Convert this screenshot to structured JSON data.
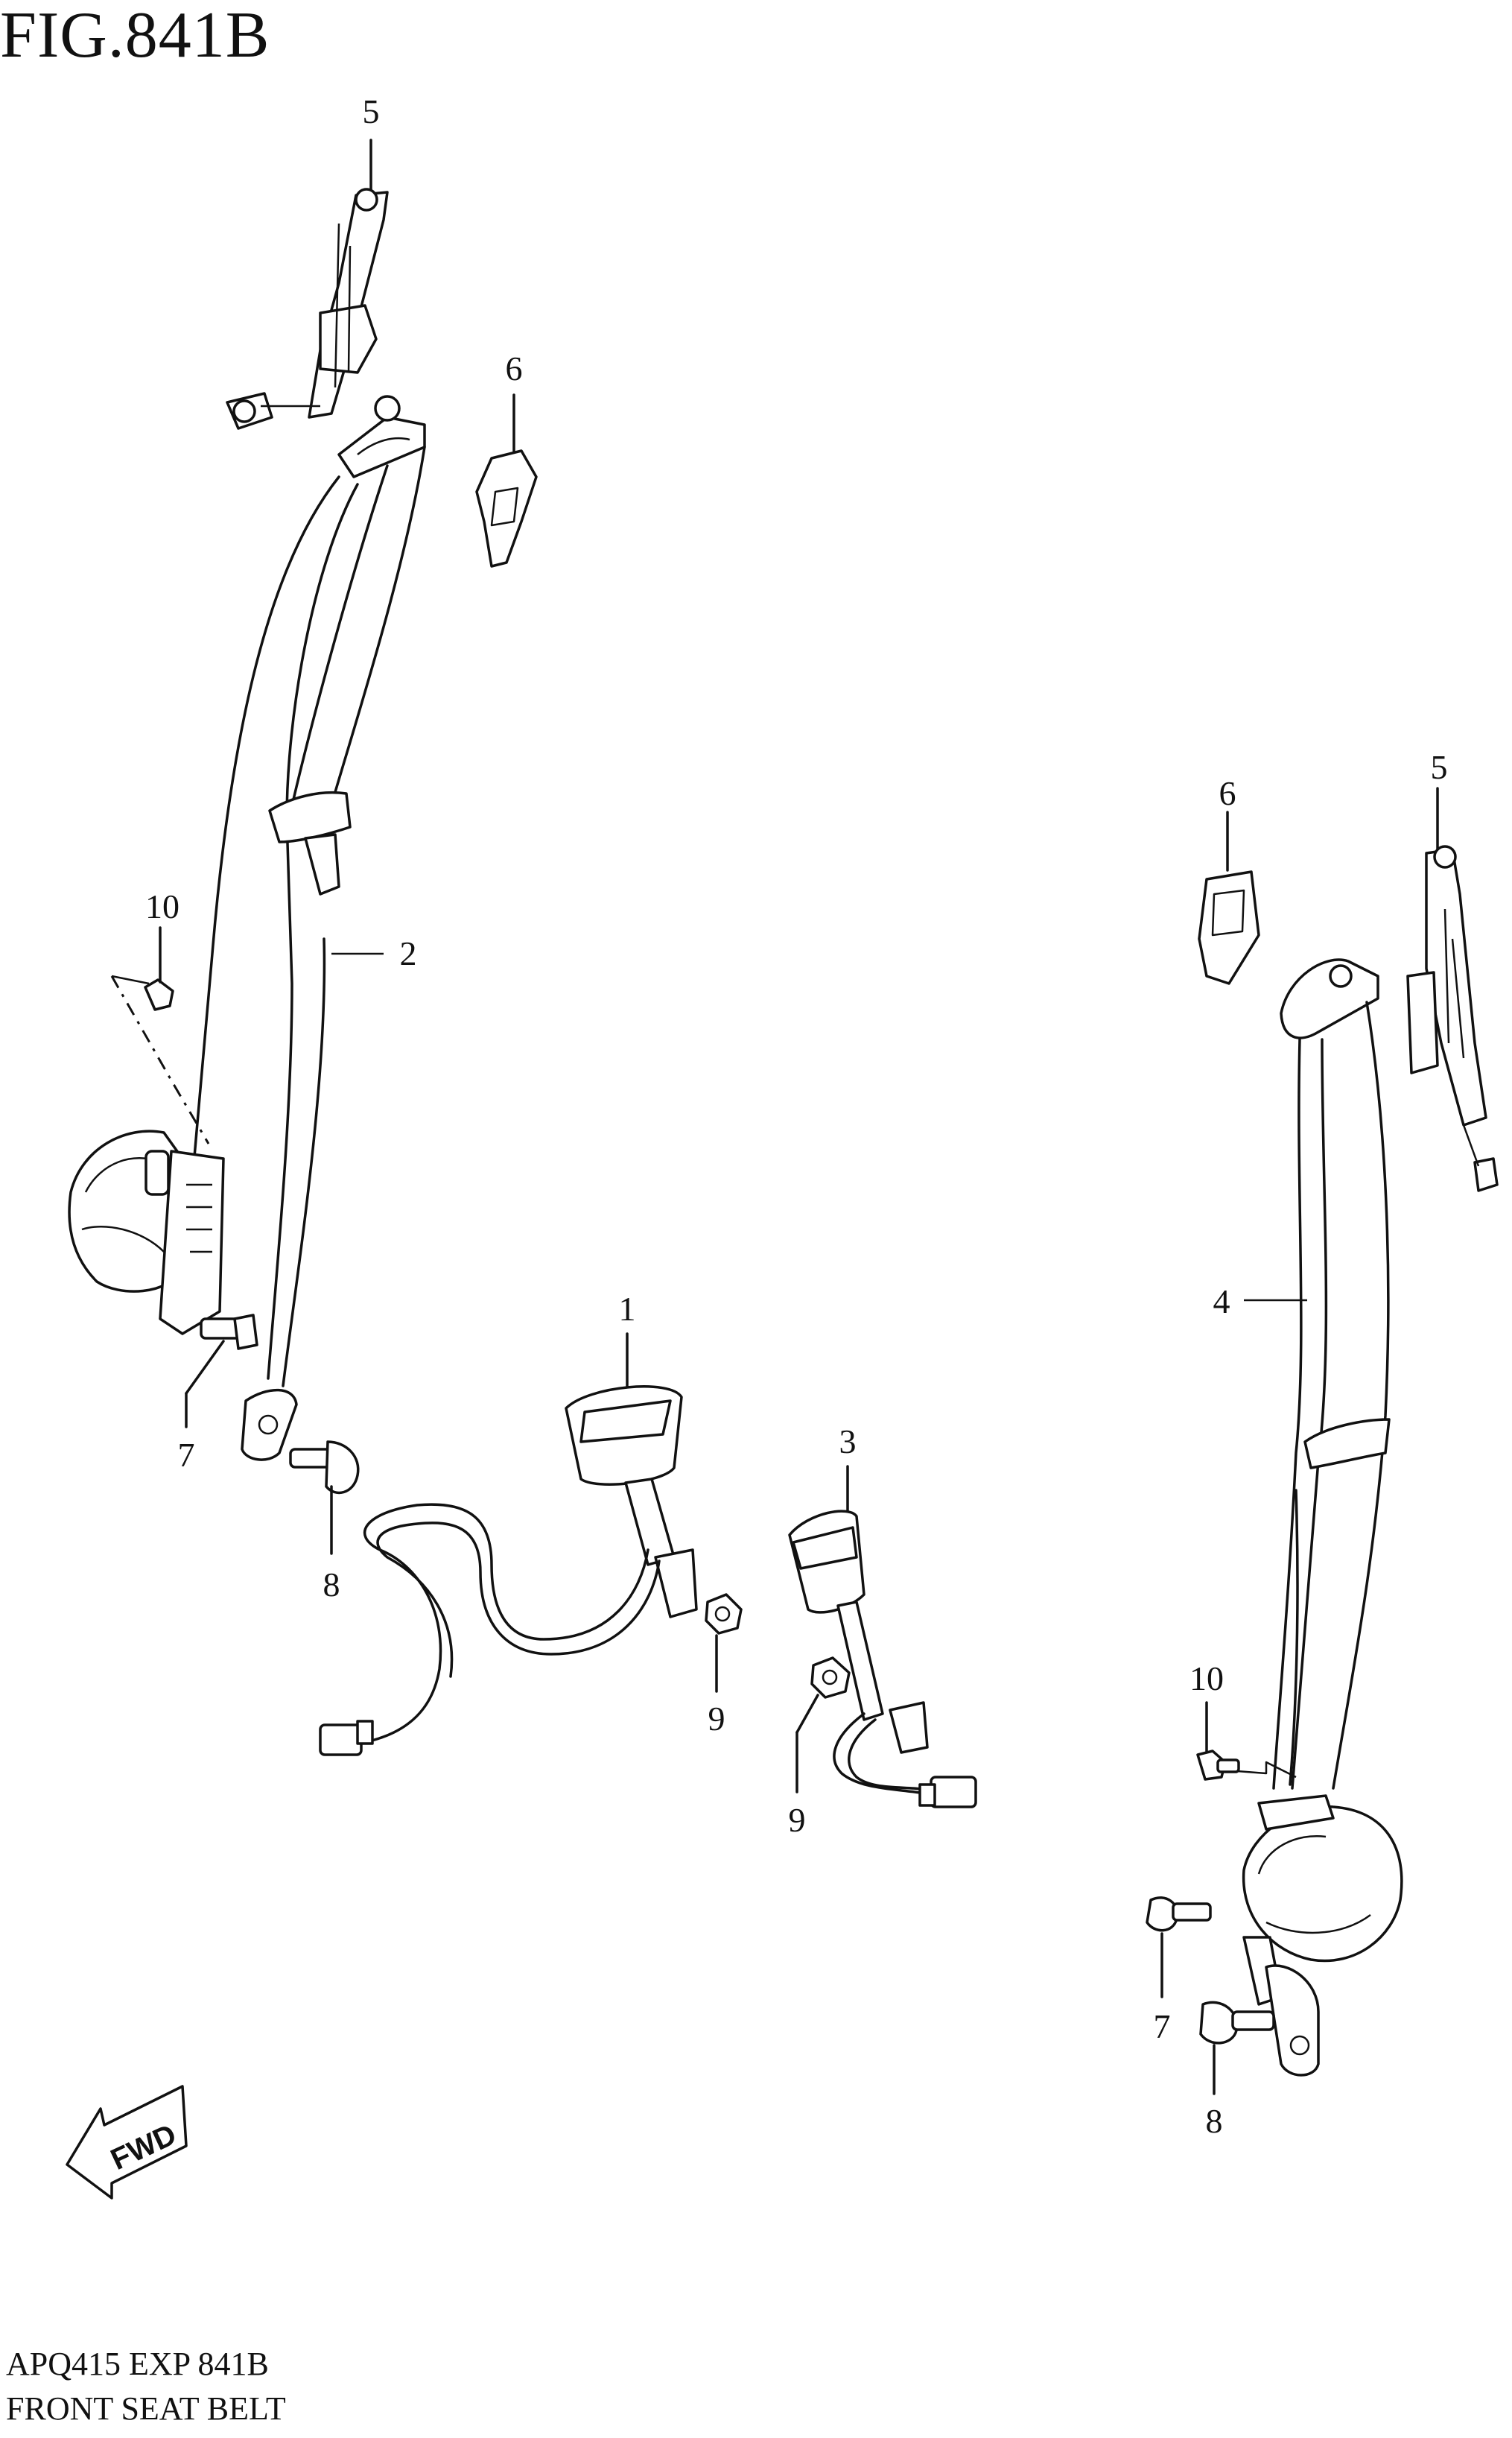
{
  "figure_title": "FIG.841B",
  "footer": {
    "code": "APQ415 EXP 841B",
    "name": "FRONT SEAT BELT"
  },
  "fwd_label": "FWD",
  "callouts": {
    "c5a": "5",
    "c6a": "6",
    "c10a": "10",
    "c2": "2",
    "c7a": "7",
    "c8a": "8",
    "c1": "1",
    "c9a": "9",
    "c3": "3",
    "c9b": "9",
    "c6b": "6",
    "c5b": "5",
    "c4": "4",
    "c10b": "10",
    "c7b": "7",
    "c8b": "8"
  }
}
